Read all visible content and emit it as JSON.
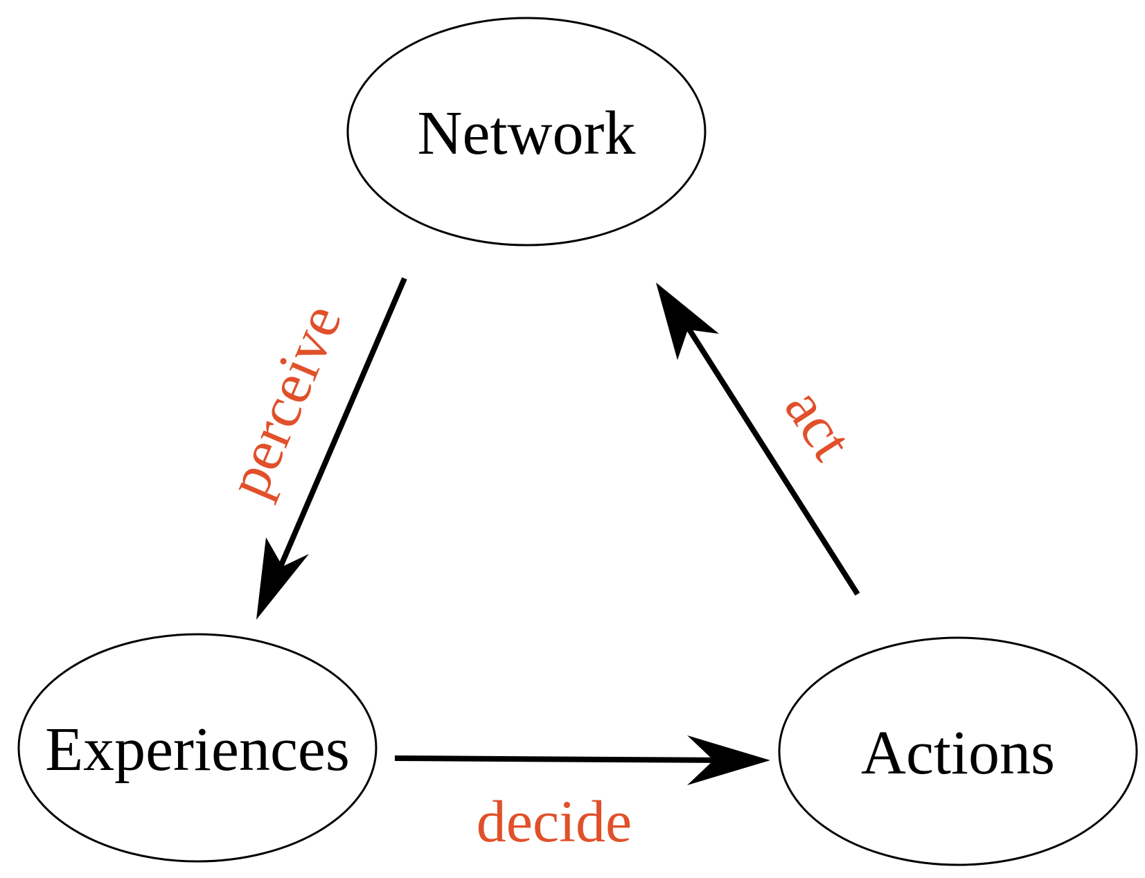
{
  "nodes": {
    "network": {
      "label": "Network"
    },
    "experiences": {
      "label": "Experiences"
    },
    "actions": {
      "label": "Actions"
    }
  },
  "edges": {
    "perceive": {
      "label": "perceive"
    },
    "decide": {
      "label": "decide"
    },
    "act": {
      "label": "act"
    }
  },
  "colors": {
    "node_text": "#000000",
    "edge_label": "#e0502a",
    "arrow": "#000000"
  }
}
